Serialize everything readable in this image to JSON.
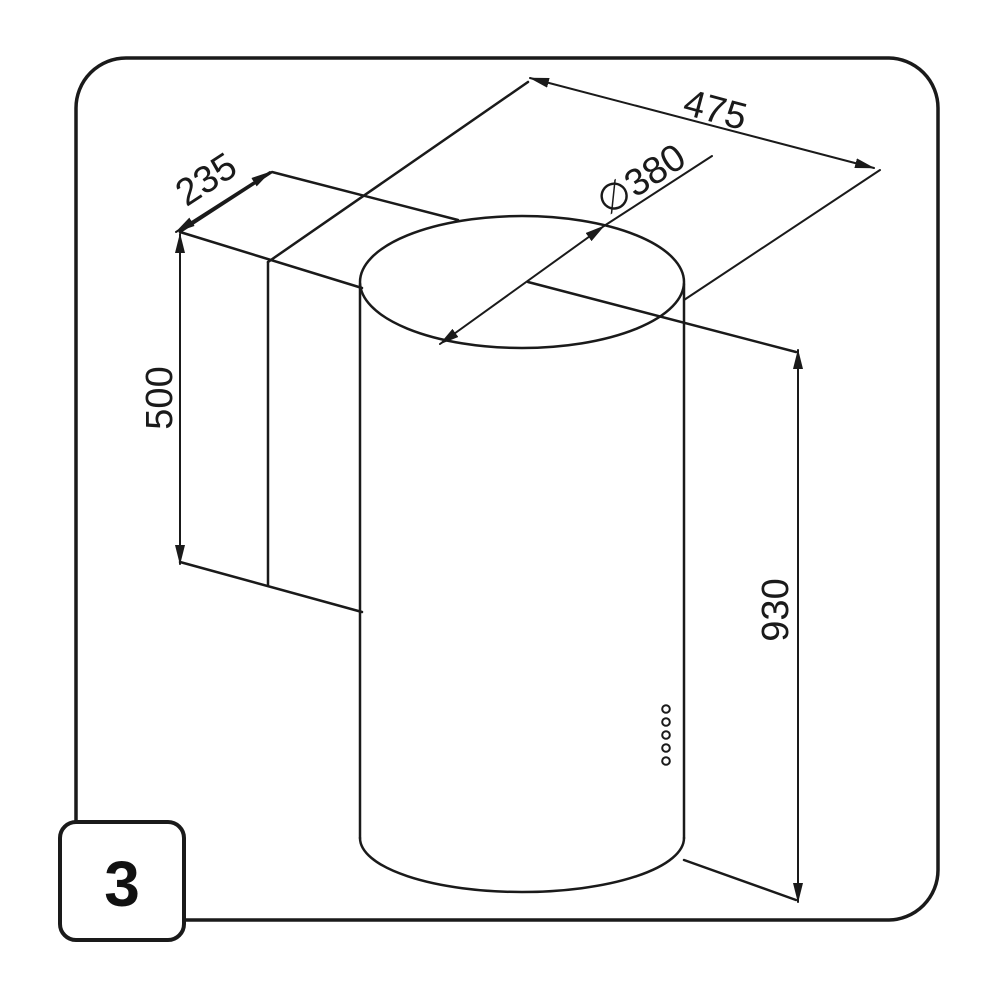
{
  "figure_number": "3",
  "dimensions": {
    "total_width": "475",
    "depth": "235",
    "diameter": "∅380",
    "chimney_height": "500",
    "total_height": "930"
  },
  "control_buttons": {
    "count": 5
  },
  "colors": {
    "line": "#1a1a1a",
    "background": "#ffffff"
  }
}
